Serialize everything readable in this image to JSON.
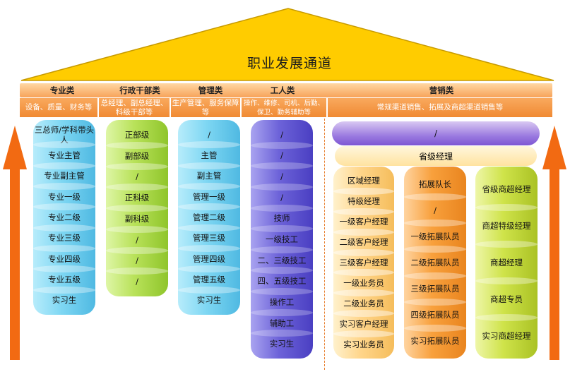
{
  "title": "职业发展通道",
  "categories": [
    {
      "name": "专业类",
      "desc": "设备、质量、财务等"
    },
    {
      "name": "行政干部类",
      "desc": "总经理、副总经理、科级干部等"
    },
    {
      "name": "管理类",
      "desc": "生产管理、服务保障等"
    },
    {
      "name": "工人类",
      "desc": "操作、维修、司机、后勤、保卫、勤务辅助等"
    },
    {
      "name": "营销类",
      "desc": "常规渠道销售、拓展及商超渠道销售等"
    }
  ],
  "columns": {
    "professional": [
      "三总师/学科带头人",
      "专业主管",
      "专业副主管",
      "专业一级",
      "专业二级",
      "专业三级",
      "专业四级",
      "专业五级",
      "实习生"
    ],
    "administrative": [
      "正部级",
      "副部级",
      "/",
      "正科级",
      "副科级",
      "/",
      "/",
      "/"
    ],
    "management": [
      "/",
      "主管",
      "副主管",
      "管理一级",
      "管理二级",
      "管理三级",
      "管理四级",
      "管理五级",
      "实习生"
    ],
    "worker": [
      "/",
      "/",
      "/",
      "/",
      "技师",
      "一级技工",
      "二、三级技工",
      "四、五级技工",
      "操作工",
      "辅助工",
      "实习生"
    ],
    "sales_top": "/",
    "sales_provincial": "省级经理",
    "sales_a": [
      "区域经理",
      "特级经理",
      "一级客户经理",
      "二级客户经理",
      "三级客户经理",
      "一级业务员",
      "二级业务员",
      "实习客户经理",
      "实习业务员"
    ],
    "sales_b": [
      "拓展队长",
      "/",
      "一级拓展队员",
      "二级拓展队员",
      "三级拓展队员",
      "四级拓展队员",
      "实习拓展队员"
    ],
    "sales_c": [
      "省级商超经理",
      "商超特级经理",
      "商超经理",
      "商超专员",
      "实习商超经理"
    ]
  },
  "colors": {
    "roof": "#ffcc00",
    "beam": "#f7a35a",
    "arrow": "#f26a12",
    "cyan": "#7fd7f3",
    "green": "#b9e25a",
    "blue": "#6d63d9",
    "peach": "#ffd58a",
    "orange": "#f8a03c",
    "lime": "#cfe34a"
  }
}
